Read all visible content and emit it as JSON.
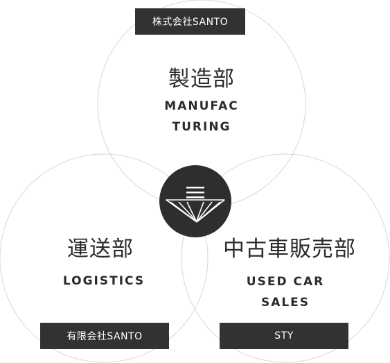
{
  "diagram": {
    "colors": {
      "circle_stroke": "#d6d6d6",
      "label_bg": "#323232",
      "label_text": "#ffffff",
      "logo_bg": "#2e2e2e",
      "logo_mark": "#ffffff",
      "text": "#2b2b2b"
    },
    "top": {
      "company": "株式会社SANTO",
      "title_jp": "製造部",
      "title_en_lines": [
        "MANUFAC",
        "TURING"
      ]
    },
    "left": {
      "company": "有限会社SANTO",
      "title_jp": "運送部",
      "title_en_lines": [
        "LOGISTICS"
      ]
    },
    "right": {
      "company": "STY",
      "title_jp": "中古車販売部",
      "title_en_lines": [
        "USED CAR",
        "SALES"
      ]
    },
    "center_logo": {
      "icon": "santo-logo-icon"
    }
  }
}
